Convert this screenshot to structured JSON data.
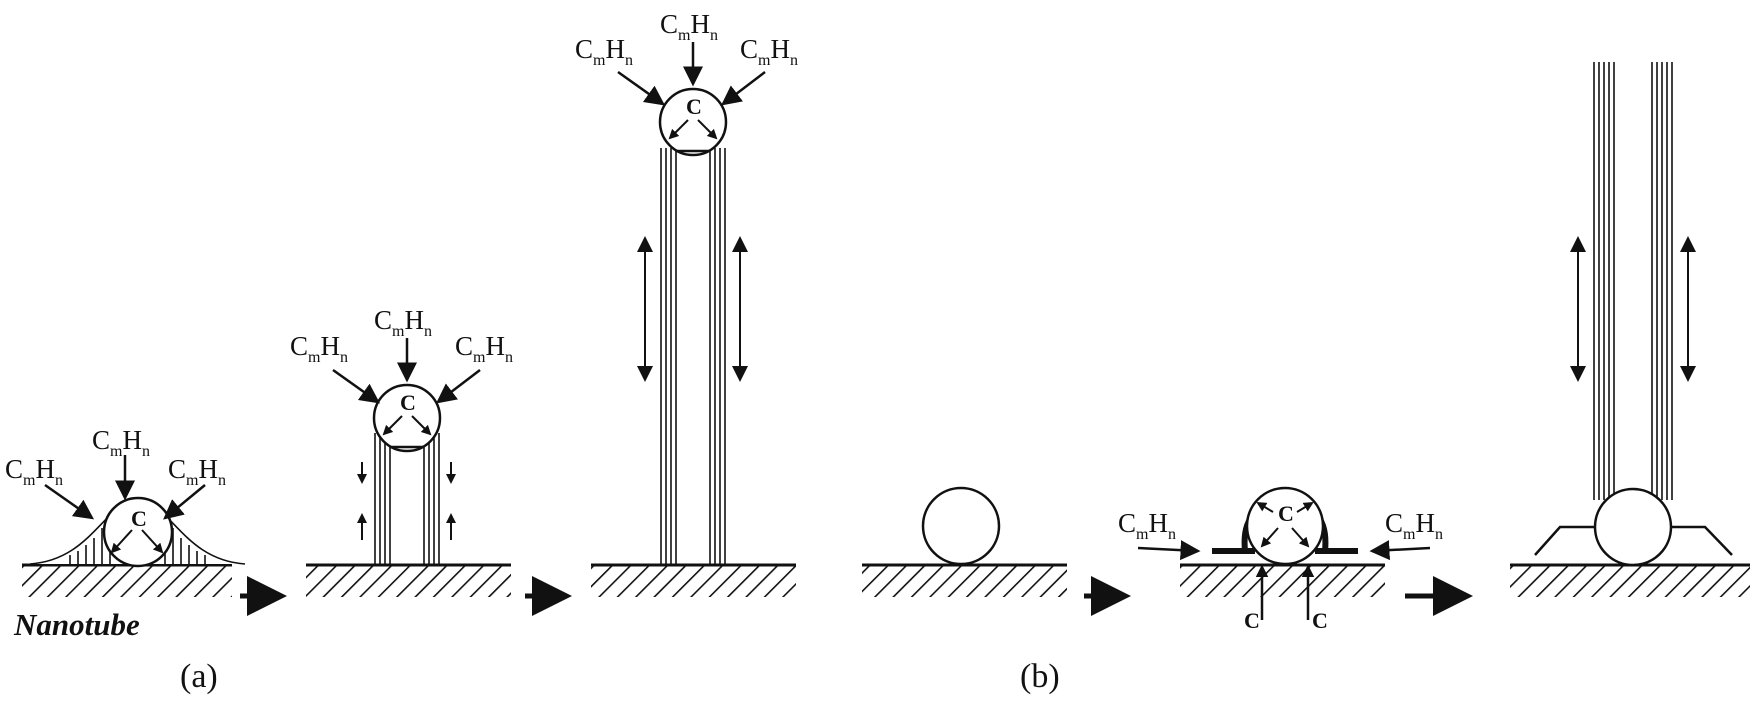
{
  "reactant": {
    "C": "C",
    "m": "m",
    "H": "H",
    "n": "n"
  },
  "carbon": "C",
  "nanotube_label": "Nanotube",
  "panels": {
    "a": "(a)",
    "b": "(b)"
  },
  "colors": {
    "ink": "#111111",
    "background": "#ffffff"
  }
}
